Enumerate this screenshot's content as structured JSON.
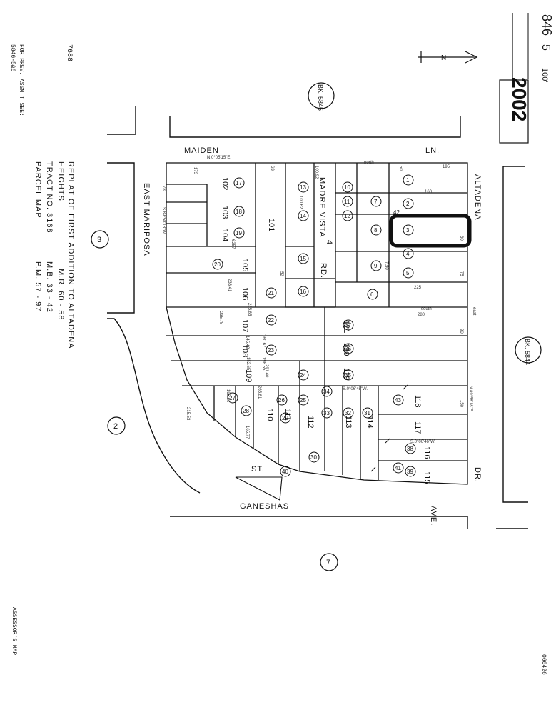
{
  "header": {
    "code1": "846",
    "code2": "5",
    "scale": "100'",
    "book_page": "2002",
    "small_code": "7688",
    "ref_note": "FOR PREV. ASSM'T SEE:",
    "ref_num": "5846-5&6"
  },
  "book_refs": {
    "top": "BK. 5845",
    "right": "BK. 5844"
  },
  "north_label": "N",
  "streets": {
    "maiden": "MAIDEN",
    "ln": "LN.",
    "altadena": "ALTADENA",
    "dr": "DR.",
    "east_mariposa": "EAST MARIPOSA",
    "madre_vista": "MADRE VISTA",
    "madre_vista_rd": "RD.",
    "ganeshas": "GANESHAS",
    "st": "ST.",
    "ave": "AVE."
  },
  "map_blocks": [
    "3",
    "2",
    "7"
  ],
  "blocks": [
    "101",
    "102",
    "103",
    "104",
    "105",
    "106",
    "107",
    "108",
    "109",
    "110",
    "111",
    "112",
    "113",
    "114",
    "115",
    "116",
    "117",
    "118",
    "119",
    "120",
    "121",
    "4"
  ],
  "parcels": [
    "1",
    "2",
    "3",
    "4",
    "5",
    "6",
    "7",
    "8",
    "9",
    "10",
    "11",
    "12",
    "13",
    "14",
    "15",
    "16",
    "17",
    "18",
    "19",
    "20",
    "21",
    "22",
    "23",
    "24",
    "25",
    "26",
    "27",
    "28",
    "29",
    "30",
    "31",
    "32",
    "33",
    "34",
    "35",
    "36",
    "37",
    "38",
    "39",
    "40",
    "41",
    "42",
    "43"
  ],
  "highlighted_parcel": "3",
  "dimensions": [
    "173",
    "100.92",
    "100.62",
    "50",
    "160",
    "195",
    "6257",
    "233.41",
    "235.85",
    "225",
    "235.75",
    "145.49",
    "160.67",
    "152.65",
    "198.55",
    "291.40",
    "265.81",
    "215.53",
    "195.61",
    "165.77",
    "90",
    "150",
    "60",
    "63",
    "78",
    "75",
    "52",
    "7.50",
    "280",
    "north",
    "south",
    "east",
    "N.0°05'15\"E.",
    "S.89°58'18\"W.",
    "S.0°06'45\"W.",
    "N.89°58'18\"E.",
    "S.0°06'46\"W."
  ],
  "legend": {
    "title_line1": "REPLAT OF FIRST ADDITION TO ALTADENA",
    "title_line2": "HEIGHTS",
    "rows": [
      {
        "label": "TRACT NO. 3168",
        "ref": "M.B.  33 - 42"
      },
      {
        "label": "\"   \"",
        "ref": "M.R.  60 - 58"
      },
      {
        "label": "PARCEL MAP",
        "ref": "P.M.  57 - 97"
      }
    ]
  },
  "footer": {
    "assessor": "ASSESSOR'S MAP",
    "code": "060426"
  }
}
